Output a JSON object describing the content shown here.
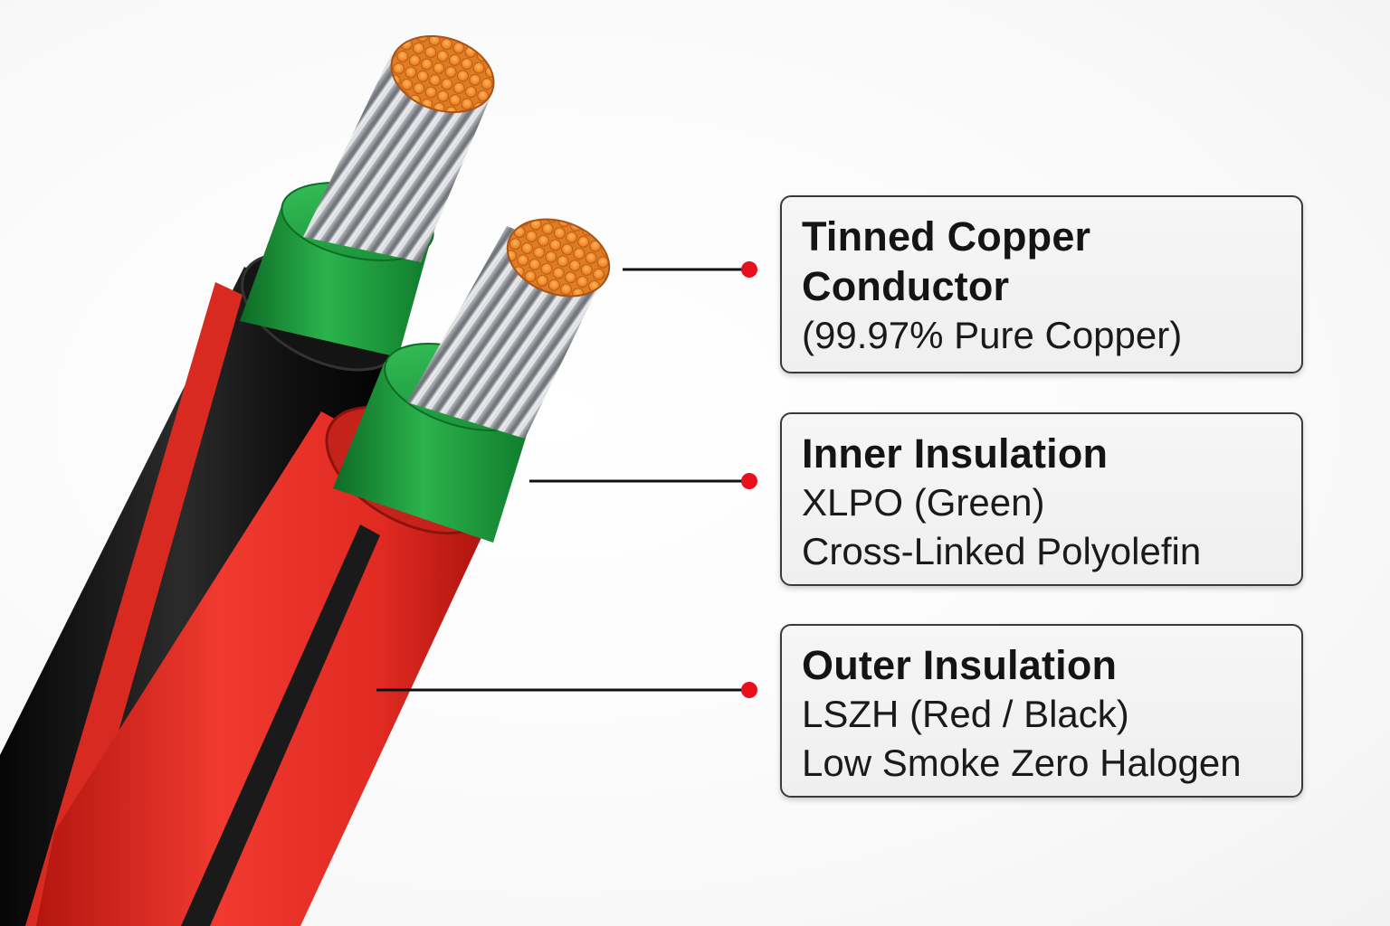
{
  "callouts": {
    "conductor": {
      "title_line1": "Tinned Copper",
      "title_line2": "Conductor",
      "detail": "(99.97% Pure Copper)"
    },
    "inner_insulation": {
      "title": "Inner Insulation",
      "material": "XLPO (Green)",
      "description": "Cross-Linked Polyolefin"
    },
    "outer_insulation": {
      "title": "Outer Insulation",
      "material": "LSZH (Red / Black)",
      "description": "Low Smoke Zero Halogen"
    }
  },
  "colors": {
    "leader_dot": "#e8101c",
    "leader_line": "#111111",
    "outer_red": "#e32a24",
    "outer_black": "#1b1b1b",
    "inner_green": "#1f9a3c",
    "conductor_silver": "#c9ccd0",
    "copper_core": "#f08a2a"
  },
  "icons": {
    "cable_illustration": "twin-core-cable-cutaway-icon"
  }
}
